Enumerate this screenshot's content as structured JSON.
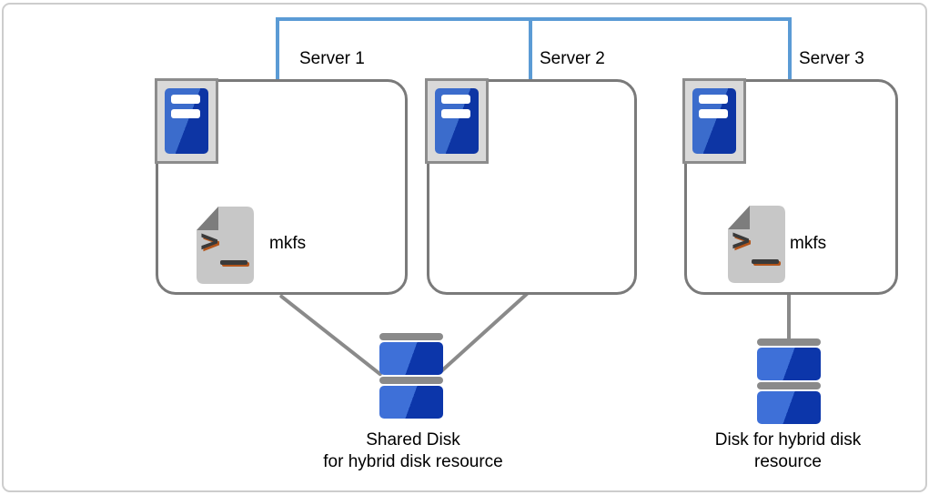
{
  "servers": [
    {
      "label": "Server 1",
      "mkfs_label": "mkfs"
    },
    {
      "label": "Server 2"
    },
    {
      "label": "Server 3",
      "mkfs_label": "mkfs"
    }
  ],
  "disks": {
    "shared": {
      "label_line1": "Shared Disk",
      "label_line2": "for hybrid disk resource"
    },
    "hybrid": {
      "label_line1": "Disk for hybrid disk",
      "label_line2": "resource"
    }
  },
  "colors": {
    "bus_blue": "#5b9bd5",
    "box_border_gray": "#7a7a7a",
    "connector_gray": "#8a8a8a",
    "icon_frame_gray": "#d9d9d9",
    "icon_blue_light": "#3b6ccc",
    "icon_blue_dark": "#0d35a4",
    "disk_blue_light": "#3e70d8",
    "disk_blue_dark": "#0c36aa",
    "disk_cap_gray": "#8a8a8a",
    "script_doc_gray": "#c7c7c7",
    "script_fold_gray": "#7d7d7d",
    "script_glyph_dark": "#3a3a3a",
    "script_glyph_accent": "#b3541a"
  }
}
